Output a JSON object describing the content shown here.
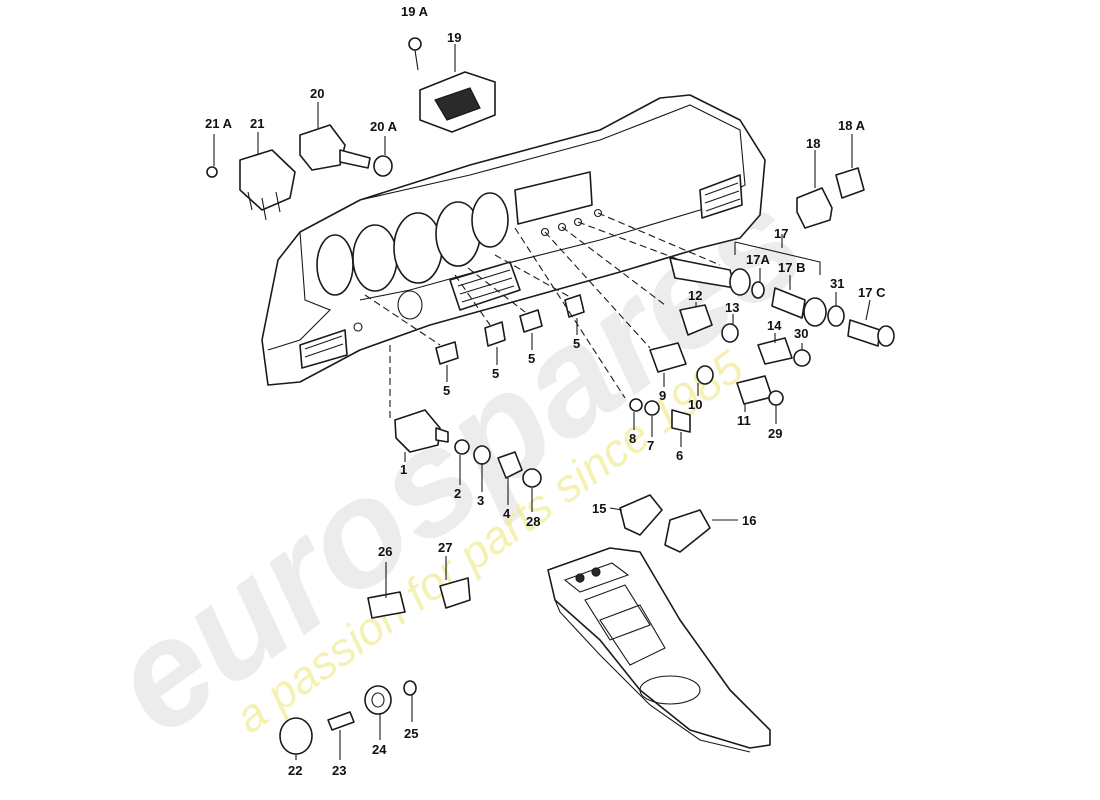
{
  "watermark": {
    "brand": "eurospares",
    "tagline": "a passion for parts since 1985",
    "brand_color": "#e6e6e6",
    "tagline_color": "#efe98a"
  },
  "callouts": [
    {
      "id": "c-1",
      "label": "1"
    },
    {
      "id": "c-2",
      "label": "2"
    },
    {
      "id": "c-3",
      "label": "3"
    },
    {
      "id": "c-4",
      "label": "4"
    },
    {
      "id": "c-5a",
      "label": "5"
    },
    {
      "id": "c-5b",
      "label": "5"
    },
    {
      "id": "c-5c",
      "label": "5"
    },
    {
      "id": "c-5d",
      "label": "5"
    },
    {
      "id": "c-6",
      "label": "6"
    },
    {
      "id": "c-7",
      "label": "7"
    },
    {
      "id": "c-8",
      "label": "8"
    },
    {
      "id": "c-9",
      "label": "9"
    },
    {
      "id": "c-10",
      "label": "10"
    },
    {
      "id": "c-11",
      "label": "11"
    },
    {
      "id": "c-12",
      "label": "12"
    },
    {
      "id": "c-13",
      "label": "13"
    },
    {
      "id": "c-14",
      "label": "14"
    },
    {
      "id": "c-15",
      "label": "15"
    },
    {
      "id": "c-16",
      "label": "16"
    },
    {
      "id": "c-17",
      "label": "17"
    },
    {
      "id": "c-17a",
      "label": "17A"
    },
    {
      "id": "c-17b",
      "label": "17 B"
    },
    {
      "id": "c-17c",
      "label": "17 C"
    },
    {
      "id": "c-18",
      "label": "18"
    },
    {
      "id": "c-18a",
      "label": "18 A"
    },
    {
      "id": "c-19",
      "label": "19"
    },
    {
      "id": "c-19a",
      "label": "19 A"
    },
    {
      "id": "c-20",
      "label": "20"
    },
    {
      "id": "c-20a",
      "label": "20 A"
    },
    {
      "id": "c-21",
      "label": "21"
    },
    {
      "id": "c-21a",
      "label": "21 A"
    },
    {
      "id": "c-22",
      "label": "22"
    },
    {
      "id": "c-23",
      "label": "23"
    },
    {
      "id": "c-24",
      "label": "24"
    },
    {
      "id": "c-25",
      "label": "25"
    },
    {
      "id": "c-26",
      "label": "26"
    },
    {
      "id": "c-27",
      "label": "27"
    },
    {
      "id": "c-28",
      "label": "28"
    },
    {
      "id": "c-29",
      "label": "29"
    },
    {
      "id": "c-30",
      "label": "30"
    },
    {
      "id": "c-31",
      "label": "31"
    }
  ]
}
